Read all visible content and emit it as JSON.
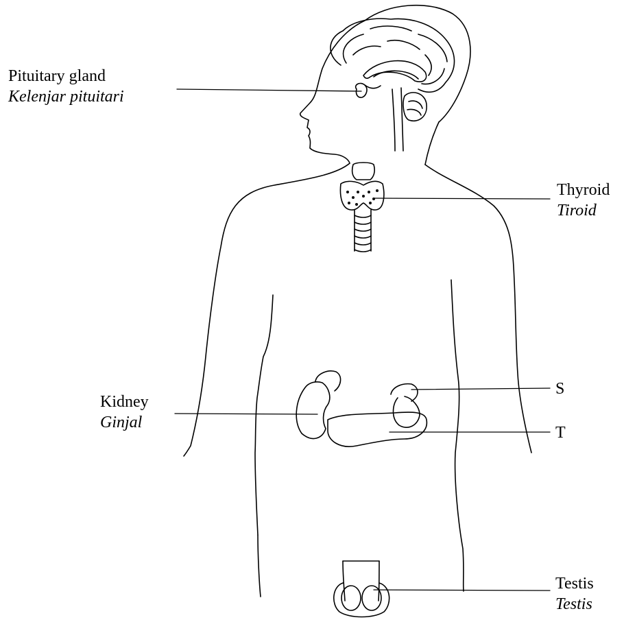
{
  "labels": {
    "pituitary": {
      "en": "Pituitary gland",
      "ms": "Kelenjar pituitari"
    },
    "thyroid": {
      "en": "Thyroid",
      "ms": "Tiroid"
    },
    "kidney": {
      "en": "Kidney",
      "ms": "Ginjal"
    },
    "s": {
      "en": "S"
    },
    "t": {
      "en": "T"
    },
    "testis": {
      "en": "Testis",
      "ms": "Testis"
    }
  },
  "colors": {
    "ink": "#000000",
    "background": "#ffffff"
  }
}
